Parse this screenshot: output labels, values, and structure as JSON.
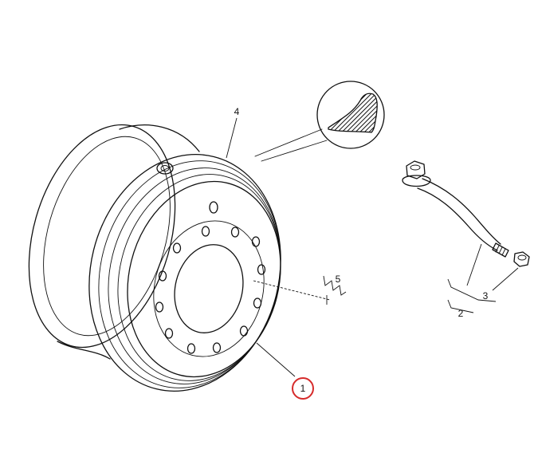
{
  "diagram": {
    "callouts": [
      {
        "id": "1",
        "text": "1",
        "highlighted": true
      },
      {
        "id": "2",
        "text": "2",
        "highlighted": false
      },
      {
        "id": "3",
        "text": "3",
        "highlighted": false
      },
      {
        "id": "4",
        "text": "4",
        "highlighted": false
      },
      {
        "id": "5",
        "text": "5",
        "highlighted": false
      }
    ],
    "highlight_color": "#d62b2b",
    "line_color": "#111111",
    "background": "#ffffff"
  }
}
